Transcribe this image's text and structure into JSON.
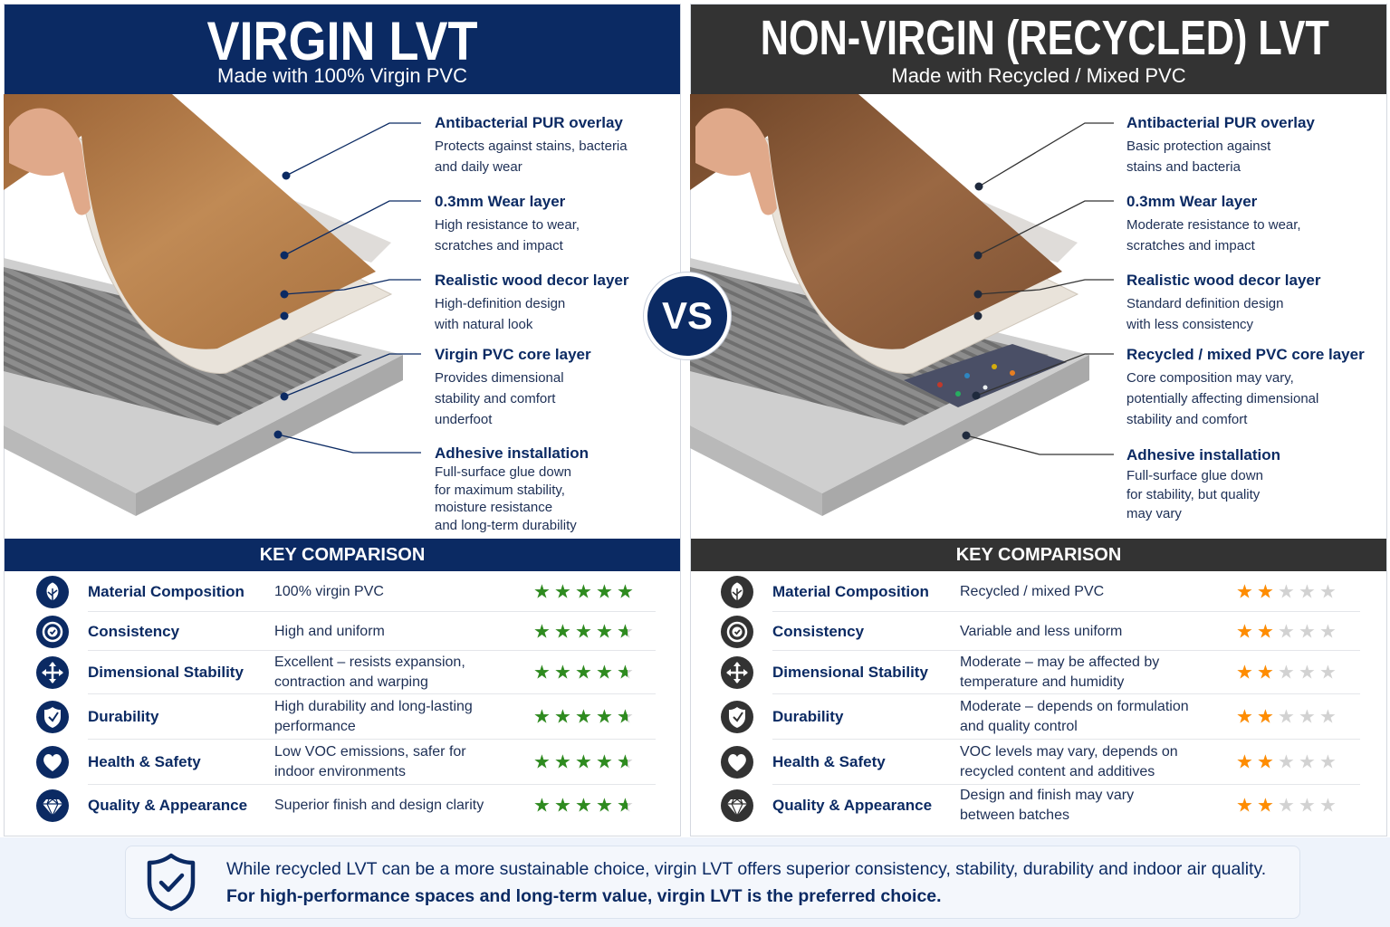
{
  "colors": {
    "virgin_navy": "#0b2a63",
    "recycled_dark": "#333333",
    "star_green": "#2e8b1f",
    "star_orange": "#ff8c00",
    "star_empty": "#d2d2d2",
    "footer_bg": "#eef3fb"
  },
  "vs_label": "VS",
  "left": {
    "title": "VIRGIN LVT",
    "subtitle": "Made with 100% Virgin PVC",
    "layers": [
      {
        "title": "Antibacterial PUR overlay",
        "desc": "Protects against stains, bacteria\nand daily wear"
      },
      {
        "title": "0.3mm Wear layer",
        "desc": "High resistance to wear,\nscratches and impact"
      },
      {
        "title": "Realistic wood decor layer",
        "desc": "High-definition design\nwith natural look"
      },
      {
        "title": "Virgin PVC core layer",
        "desc": "Provides dimensional\nstability and comfort\nunderfoot"
      },
      {
        "title": "Adhesive installation",
        "desc": "Full-surface glue down\nfor maximum stability,\nmoisture resistance\nand long-term durability"
      }
    ],
    "key_comparison_title": "KEY COMPARISON",
    "rows": [
      {
        "icon": "leaf-icon",
        "label": "Material Composition",
        "value": "100% virgin PVC",
        "rating": 5
      },
      {
        "icon": "target-check-icon",
        "label": "Consistency",
        "value": "High and uniform",
        "rating": 4.5
      },
      {
        "icon": "move-arrows-icon",
        "label": "Dimensional Stability",
        "value": "Excellent – resists expansion,\ncontraction and warping",
        "rating": 4.5
      },
      {
        "icon": "shield-icon",
        "label": "Durability",
        "value": "High durability and long-lasting\nperformance",
        "rating": 4.5
      },
      {
        "icon": "heart-icon",
        "label": "Health & Safety",
        "value": "Low VOC emissions, safer for\nindoor environments",
        "rating": 4.5
      },
      {
        "icon": "diamond-icon",
        "label": "Quality & Appearance",
        "value": "Superior finish and design clarity",
        "rating": 4.5
      }
    ]
  },
  "right": {
    "title": "NON-VIRGIN (RECYCLED) LVT",
    "subtitle": "Made with Recycled / Mixed PVC",
    "layers": [
      {
        "title": "Antibacterial PUR overlay",
        "desc": "Basic protection against\nstains and bacteria"
      },
      {
        "title": "0.3mm Wear layer",
        "desc": "Moderate resistance to wear,\nscratches and impact"
      },
      {
        "title": "Realistic wood decor layer",
        "desc": "Standard definition design\nwith less consistency"
      },
      {
        "title": "Recycled / mixed PVC core layer",
        "desc": "Core composition may vary,\npotentially affecting dimensional\nstability and comfort"
      },
      {
        "title": "Adhesive installation",
        "desc": "Full-surface glue down\nfor stability, but quality\nmay vary"
      }
    ],
    "key_comparison_title": "KEY COMPARISON",
    "rows": [
      {
        "icon": "leaf-icon",
        "label": "Material Composition",
        "value": "Recycled / mixed PVC",
        "rating": 2
      },
      {
        "icon": "target-check-icon",
        "label": "Consistency",
        "value": "Variable and less uniform",
        "rating": 2
      },
      {
        "icon": "move-arrows-icon",
        "label": "Dimensional Stability",
        "value": "Moderate – may be affected by\ntemperature and humidity",
        "rating": 2
      },
      {
        "icon": "shield-icon",
        "label": "Durability",
        "value": "Moderate – depends on formulation\nand quality control",
        "rating": 2
      },
      {
        "icon": "heart-icon",
        "label": "Health & Safety",
        "value": "VOC levels may vary, depends on\nrecycled content and additives",
        "rating": 2
      },
      {
        "icon": "diamond-icon",
        "label": "Quality & Appearance",
        "value": "Design and finish may vary\nbetween batches",
        "rating": 2
      }
    ]
  },
  "footer": {
    "icon": "shield-check-icon",
    "line1": "While recycled LVT can be a more sustainable choice, virgin LVT offers superior consistency, stability, durability and indoor air quality.",
    "line2": "For high-performance spaces and long-term value, virgin LVT is the preferred choice."
  }
}
